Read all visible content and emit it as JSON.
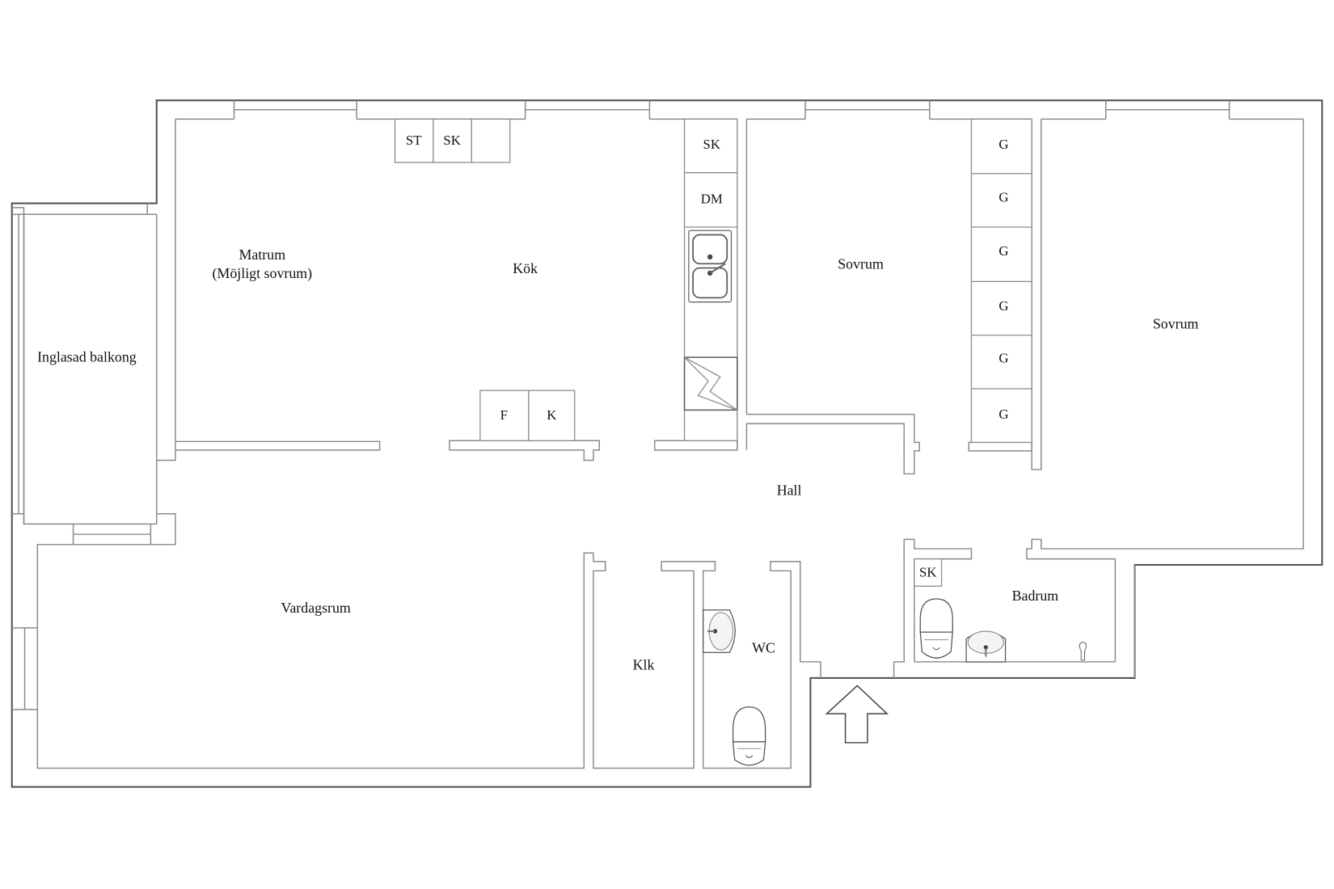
{
  "plan": {
    "rooms": {
      "balcony": "Inglasad balkong",
      "dining_line1": "Matrum",
      "dining_line2": "(Möjligt sovrum)",
      "kitchen": "Kök",
      "bedroom1": "Sovrum",
      "bedroom2": "Sovrum",
      "hall": "Hall",
      "living": "Vardagsrum",
      "closet": "Klk",
      "wc": "WC",
      "bathroom": "Badrum"
    },
    "fixtures": {
      "stove": "ST",
      "cabinet_top": "SK",
      "cabinet_kitchen": "SK",
      "dishwasher": "DM",
      "freezer": "F",
      "fridge": "K",
      "wardrobes": [
        "G",
        "G",
        "G",
        "G",
        "G",
        "G"
      ],
      "cabinet_bath": "SK"
    },
    "colors": {
      "outer_wall": "#555555",
      "inner_wall": "#8a8a8a",
      "text": "#111111",
      "background": "#ffffff"
    },
    "entrance_icon": "up-arrow"
  }
}
